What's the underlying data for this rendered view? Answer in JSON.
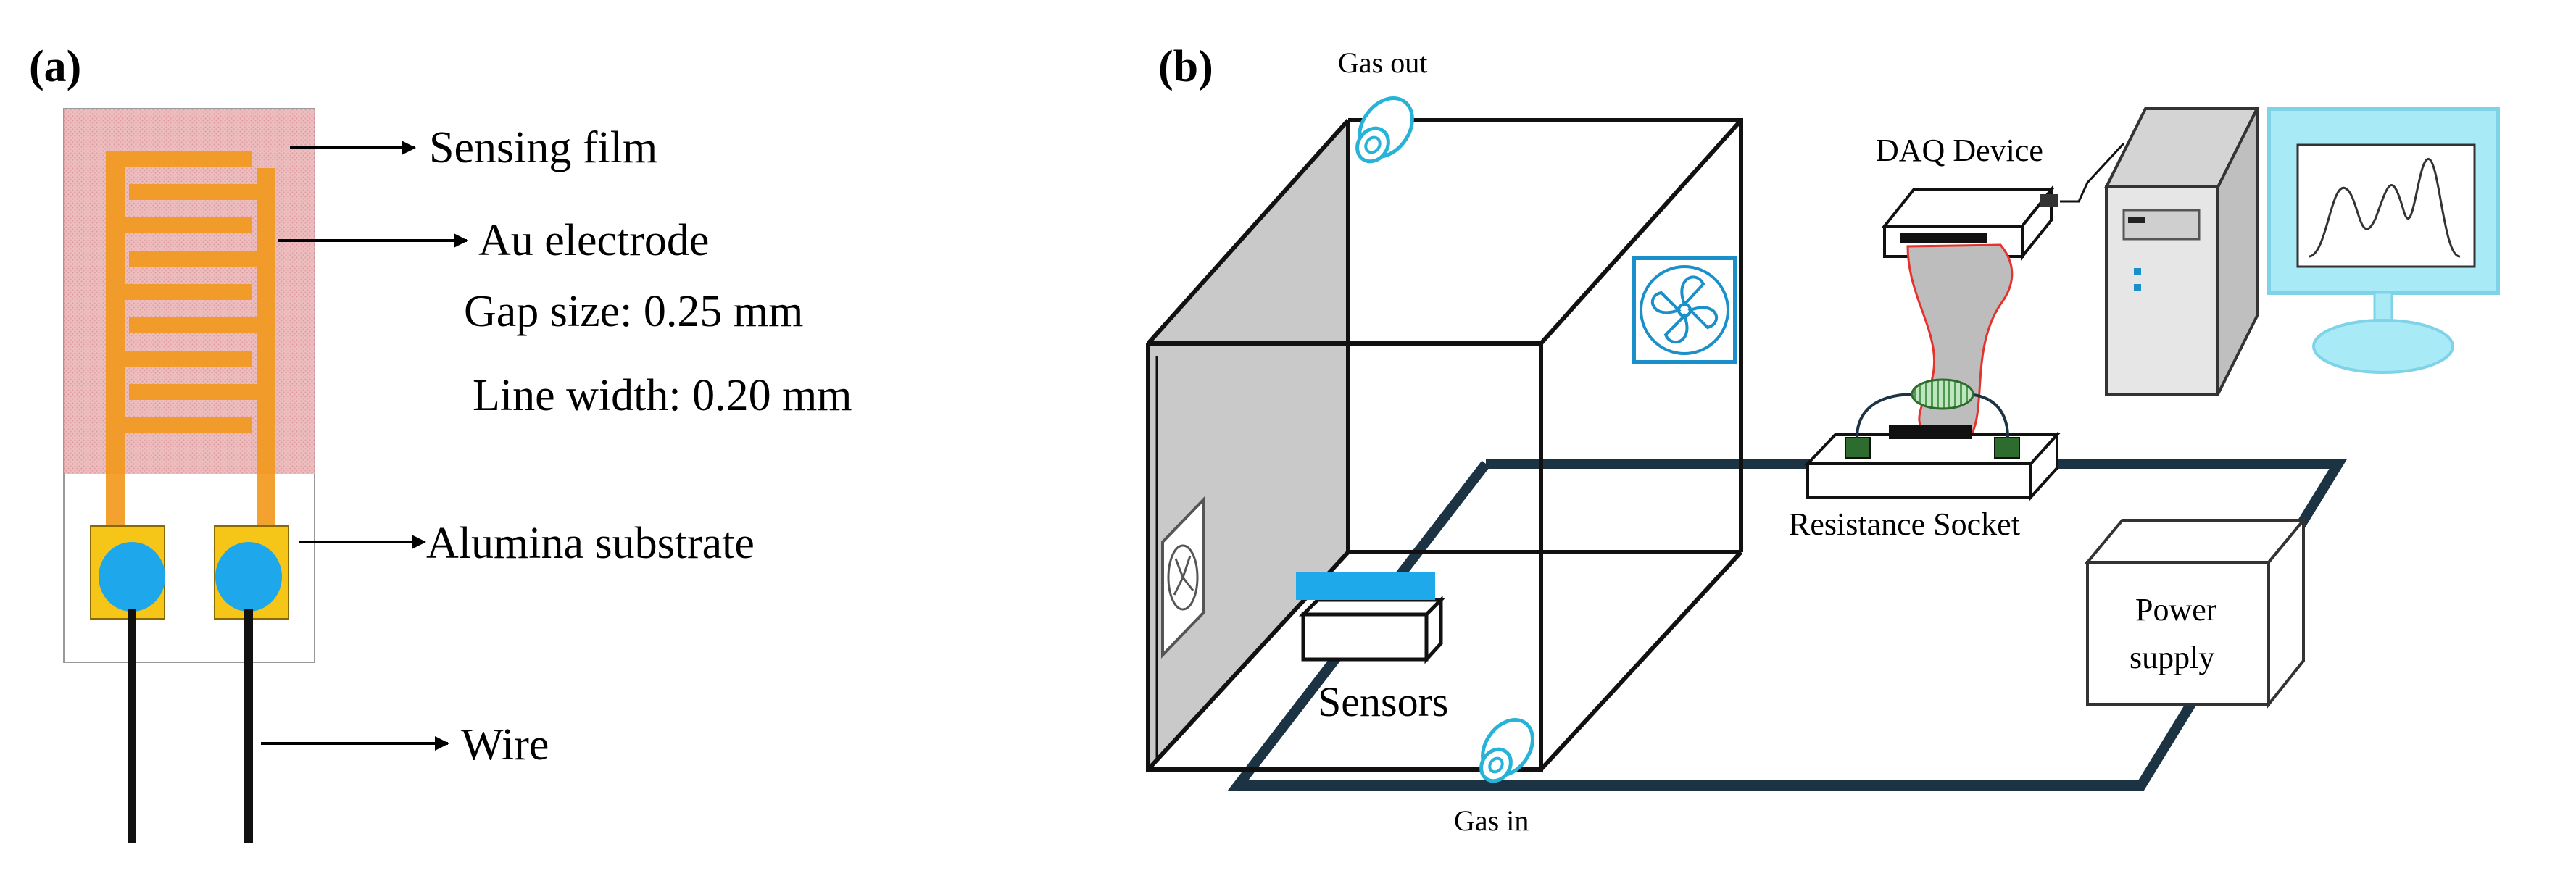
{
  "panel_a": {
    "tag": "(a)",
    "labels": {
      "sensing_film": "Sensing film",
      "au_electrode": "Au electrode",
      "gap_size": "Gap size: 0.25 mm",
      "line_width": "Line width: 0.20 mm",
      "alumina_substrate": "Alumina substrate",
      "wire": "Wire"
    }
  },
  "panel_b": {
    "tag": "(b)",
    "labels": {
      "gas_out": "Gas out",
      "gas_in": "Gas in",
      "daq_device": "DAQ Device",
      "resistance_socket": "Resistance Socket",
      "power_supply_line1": "Power",
      "power_supply_line2": "supply",
      "sensors": "Sensors"
    }
  },
  "colors": {
    "sensing_film": "#e8a2a6",
    "electrode": "#f29a1e",
    "pad": "#f5c518",
    "contact": "#1ea7ea",
    "fan": "#1a8fc9",
    "gas_port": "#27b3d8",
    "chamber_wall": "#c9c9c9",
    "cable": "#bdbdbd",
    "cable_edge": "#e5322d",
    "monitor": "#a9eaf7",
    "sensor_bar": "#1eaaea",
    "wire_loop": "#1c3344",
    "socket_chip": "#2e6b2e"
  }
}
